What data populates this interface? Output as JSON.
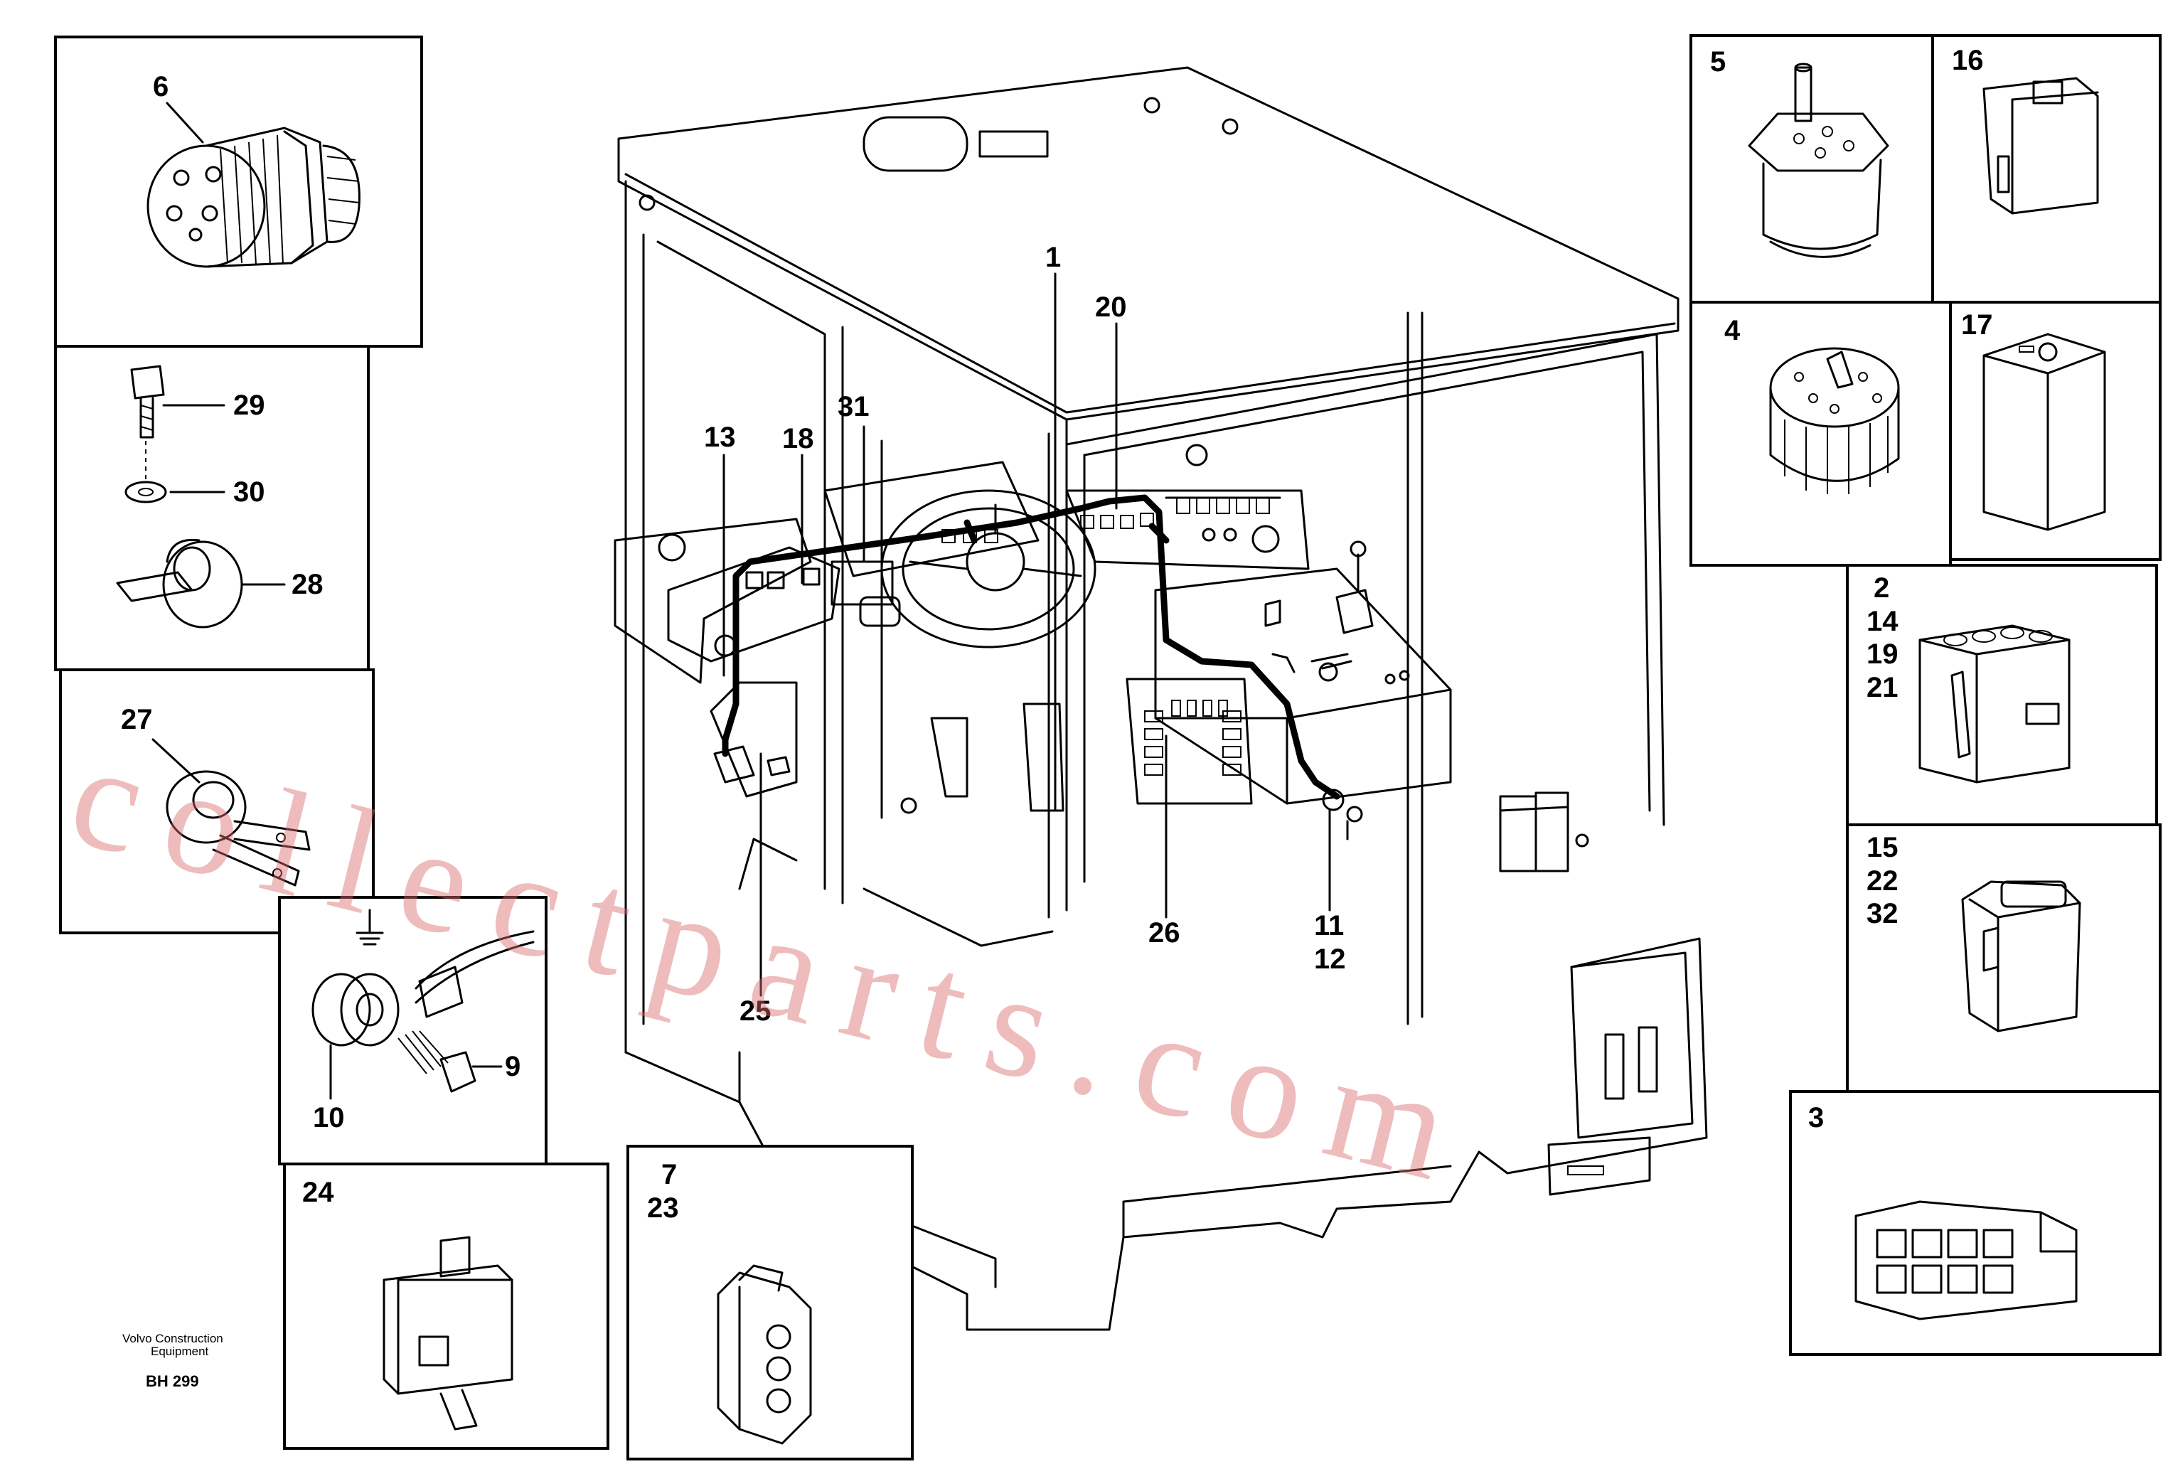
{
  "footer": {
    "manufacturer_line1": "Volvo Construction",
    "manufacturer_line2": "Equipment",
    "drawing_code": "BH 299"
  },
  "watermark": "collectparts.com",
  "callouts": {
    "c1": "1",
    "c20": "20",
    "c31": "31",
    "c18": "18",
    "c13": "13",
    "c25": "25",
    "c26": "26",
    "c11": "11",
    "c12": "12"
  },
  "detail_boxes": {
    "p6": "6",
    "p29": "29",
    "p30": "30",
    "p28": "28",
    "p27": "27",
    "p9": "9",
    "p10": "10",
    "p24": "24",
    "p7": "7",
    "p23": "23",
    "p5": "5",
    "p16": "16",
    "p4": "4",
    "p17": "17",
    "p2": "2",
    "p14": "14",
    "p19": "19",
    "p21": "21",
    "p15": "15",
    "p22": "22",
    "p32": "32",
    "p3": "3"
  }
}
